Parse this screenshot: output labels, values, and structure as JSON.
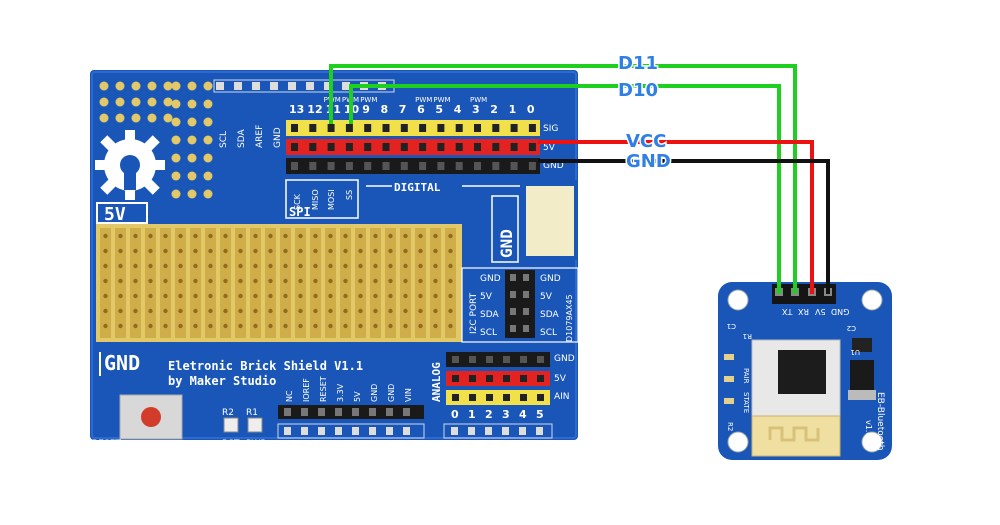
{
  "wires": {
    "d11": {
      "label": "D11",
      "color": "#1fcf1f"
    },
    "d10": {
      "label": "D10",
      "color": "#1fcf1f"
    },
    "vcc": {
      "label": "VCC",
      "color": "#ee1111"
    },
    "gnd": {
      "label": "GND",
      "color": "#111111"
    }
  },
  "shield": {
    "color": "#1a56b8",
    "title_line1": "Eletronic Brick Shield V1.1",
    "title_line2": "by Maker Studio",
    "label_5v": "5V",
    "label_gnd_left": "GND",
    "label_gnd_right": "GND",
    "label_digital": "DIGITAL",
    "label_spi": "SPI",
    "spi_pins": [
      "SCK",
      "MISO",
      "MOSI",
      "SS"
    ],
    "label_analog": "ANALOG",
    "label_i2c": "I2C PORT",
    "i2c_code": "D1079AX45",
    "i2c_pins": [
      "GND",
      "5V",
      "SDA",
      "SCL"
    ],
    "i2c_pins_right": [
      "GND",
      "5V",
      "SDA",
      "SCL"
    ],
    "digital_numbers": [
      "13",
      "12",
      "11",
      "10",
      "9",
      "8",
      "7",
      "6",
      "5",
      "4",
      "3",
      "2",
      "1",
      "0"
    ],
    "pwm_marks": [
      "PWM",
      "PWM",
      "PWM",
      "PWM",
      "PWM",
      "PWM"
    ],
    "header_row_labels": [
      "SIG",
      "5V",
      "GND"
    ],
    "analog_row_labels": [
      "GND",
      "5V",
      "AIN"
    ],
    "analog_numbers": [
      "0",
      "1",
      "2",
      "3",
      "4",
      "5"
    ],
    "power_pins": [
      "NC",
      "IOREF",
      "RESET",
      "3.3V",
      "5V",
      "GND",
      "GND",
      "VIN"
    ],
    "top_pins": [
      "SCL",
      "SDA",
      "AREF",
      "GND"
    ],
    "label_reset": "RESET",
    "led_labels": [
      "R2",
      "R1"
    ],
    "led_names": [
      "RST",
      "PWR"
    ]
  },
  "module": {
    "color": "#1a56b8",
    "name": "EB-Bluetooth",
    "version": "v1.0",
    "pins": [
      "TX",
      "RX",
      "5V",
      "GND"
    ],
    "side_labels": [
      "PAIR",
      "STATE"
    ],
    "component_labels": [
      "C1",
      "C2",
      "R1",
      "R2",
      "U1"
    ]
  }
}
